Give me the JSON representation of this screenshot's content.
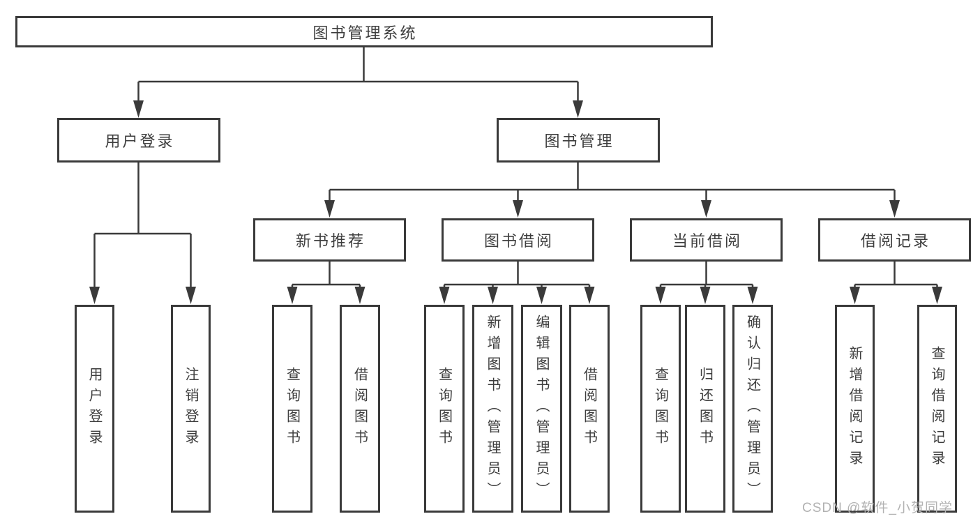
{
  "diagram": {
    "type": "hierarchy-tree",
    "nodes": {
      "root": "图书管理系统",
      "level2": {
        "user_login": "用户登录",
        "book_management": "图书管理"
      },
      "level3": {
        "new_book_recommend": "新书推荐",
        "book_borrowing": "图书借阅",
        "current_borrowing": "当前借阅",
        "borrowing_records": "借阅记录"
      },
      "level4": {
        "user_login": "用户登录",
        "logout": "注销登录",
        "query_book_1": "查询图书",
        "borrow_book_1": "借阅图书",
        "query_book_2": "查询图书",
        "add_book_admin": "新增图书（管理员）",
        "edit_book_admin": "编辑图书（管理员）",
        "borrow_book_2": "借阅图书",
        "query_book_3": "查询图书",
        "return_book": "归还图书",
        "confirm_return_admin": "确认归还（管理员）",
        "add_borrow_record": "新增借阅记录",
        "query_borrow_record": "查询借阅记录"
      }
    },
    "colors": {
      "line": "#3a3a3a",
      "text": "#3d3d3d",
      "background": "#ffffff",
      "watermark": "#b2b2b2"
    }
  },
  "watermark": "CSDN @软件_小贺同学"
}
